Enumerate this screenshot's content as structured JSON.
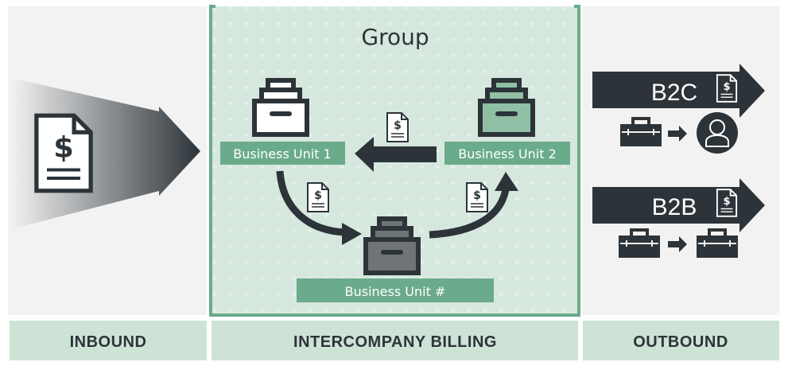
{
  "group_title": "Group",
  "units": {
    "unit1": "Business Unit 1",
    "unit2": "Business Unit 2",
    "unit_n": "Business  Unit #"
  },
  "outbound": {
    "b2c": "B2C",
    "b2b": "B2B"
  },
  "sections": {
    "inbound": "INBOUND",
    "intercompany": "INTERCOMPANY BILLING",
    "outbound": "OUTBOUND"
  },
  "colors": {
    "dark": "#2d3439",
    "green": "#6aab8b",
    "panel": "#d6e8de",
    "footer": "#cde3d6",
    "bg": "#f2f2f2"
  }
}
